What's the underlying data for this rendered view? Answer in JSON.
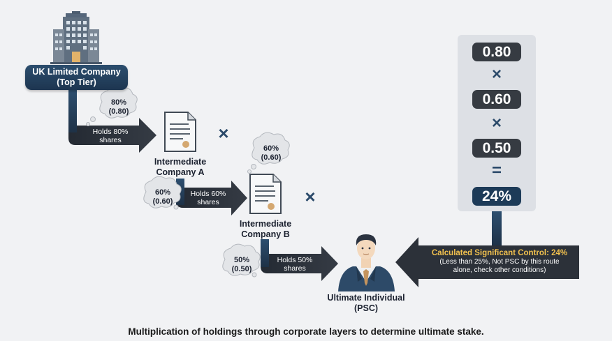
{
  "top_company": {
    "line1": "UK Limited Company",
    "line2": "(Top Tier)"
  },
  "company_a": {
    "line1": "Intermediate",
    "line2": "Company A"
  },
  "company_b": {
    "line1": "Intermediate",
    "line2": "Company B"
  },
  "individual": {
    "line1": "Ultimate Individual",
    "line2": "(PSC)"
  },
  "bubbles": [
    {
      "pct": "80%",
      "dec": "(0.80)"
    },
    {
      "pct": "60%",
      "dec": "(0.60)"
    },
    {
      "pct": "60%",
      "dec": "(0.60)"
    },
    {
      "pct": "50%",
      "dec": "(0.50)"
    }
  ],
  "arrows": [
    {
      "line1": "Holds 80%",
      "line2": "shares"
    },
    {
      "line1": "Holds 60%",
      "line2": "shares"
    },
    {
      "line1": "Holds 50%",
      "line2": "shares"
    }
  ],
  "multiply_symbol": "×",
  "calculation": {
    "values": [
      "0.80",
      "0.60",
      "0.50"
    ],
    "operator": "×",
    "equals": "=",
    "result": "24%"
  },
  "result_arrow": {
    "headline": "Calculated Significant Control: 24%",
    "note1": "(Less than 25%, Not PSC by this route",
    "note2": "alone, check other conditions)"
  },
  "caption": "Multiplication of holdings through corporate layers to determine ultimate stake.",
  "colors": {
    "navy": "#1d3550",
    "arrow_dark": "#2b3038",
    "accent": "#f2c14e",
    "panel": "#dde0e5"
  }
}
